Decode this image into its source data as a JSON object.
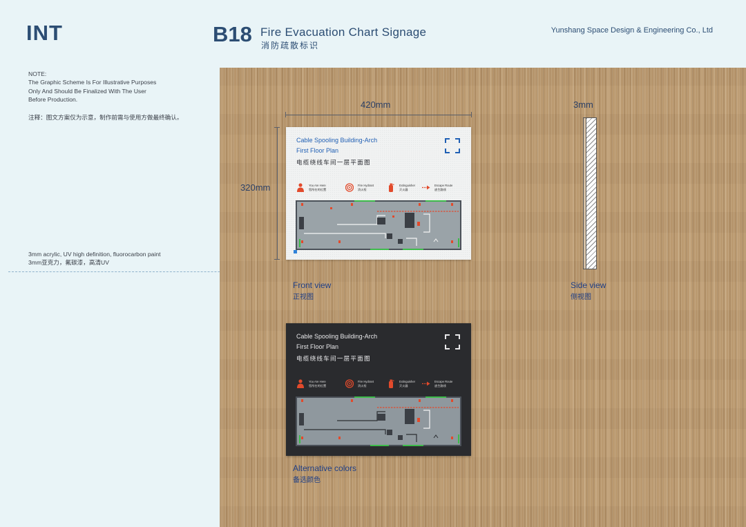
{
  "header": {
    "brand": "INT",
    "code": "B18",
    "title_en": "Fire Evacuation Chart Signage",
    "title_zh": "消防疏散标识",
    "company": "Yunshang Space Design & Engineering Co., Ltd"
  },
  "notes": {
    "heading": "NOTE:",
    "lines": [
      "The Graphic Scheme Is For Illustrative Purposes",
      "Only And Should Be Finalized With The User",
      "Before Production."
    ],
    "zh": "注释：图文方案仅为示意，制作前需与使用方做最终确认。"
  },
  "material": {
    "en": "3mm acrylic, UV high definition, fluorocarbon paint",
    "zh": "3mm亚克力，氟碳漆，高清UV"
  },
  "dimensions": {
    "width": "420mm",
    "height": "320mm",
    "depth": "3mm"
  },
  "sign": {
    "title_line1": "Cable Spooling Building-Arch",
    "title_line2": "First Floor Plan",
    "title_zh": "电缆绕线车间一层平面图",
    "legend": [
      {
        "icon": "person-icon",
        "en": "You Are Here",
        "zh": "您所在的位置"
      },
      {
        "icon": "fire-hydrant-icon",
        "en": "Fire Hydrant",
        "zh": "消火栓"
      },
      {
        "icon": "extinguisher-icon",
        "en": "Extinguisher",
        "zh": "灭火器"
      },
      {
        "icon": "escape-route-icon",
        "en": "Escape Route",
        "zh": "逃生路线"
      }
    ]
  },
  "captions": {
    "front_en": "Front view",
    "front_zh": "正视图",
    "side_en": "Side view",
    "side_zh": "侧视图",
    "alt_en": "Alternative colors",
    "alt_zh": "备选颜色"
  },
  "colors": {
    "accent_blue": "#1f5fb4",
    "fire_red": "#e24a2b",
    "exit_green": "#3dbb4a",
    "dark_panel": "#2a2b2e",
    "light_panel": "#f1f2f2",
    "text_navy": "#2c4d73"
  }
}
